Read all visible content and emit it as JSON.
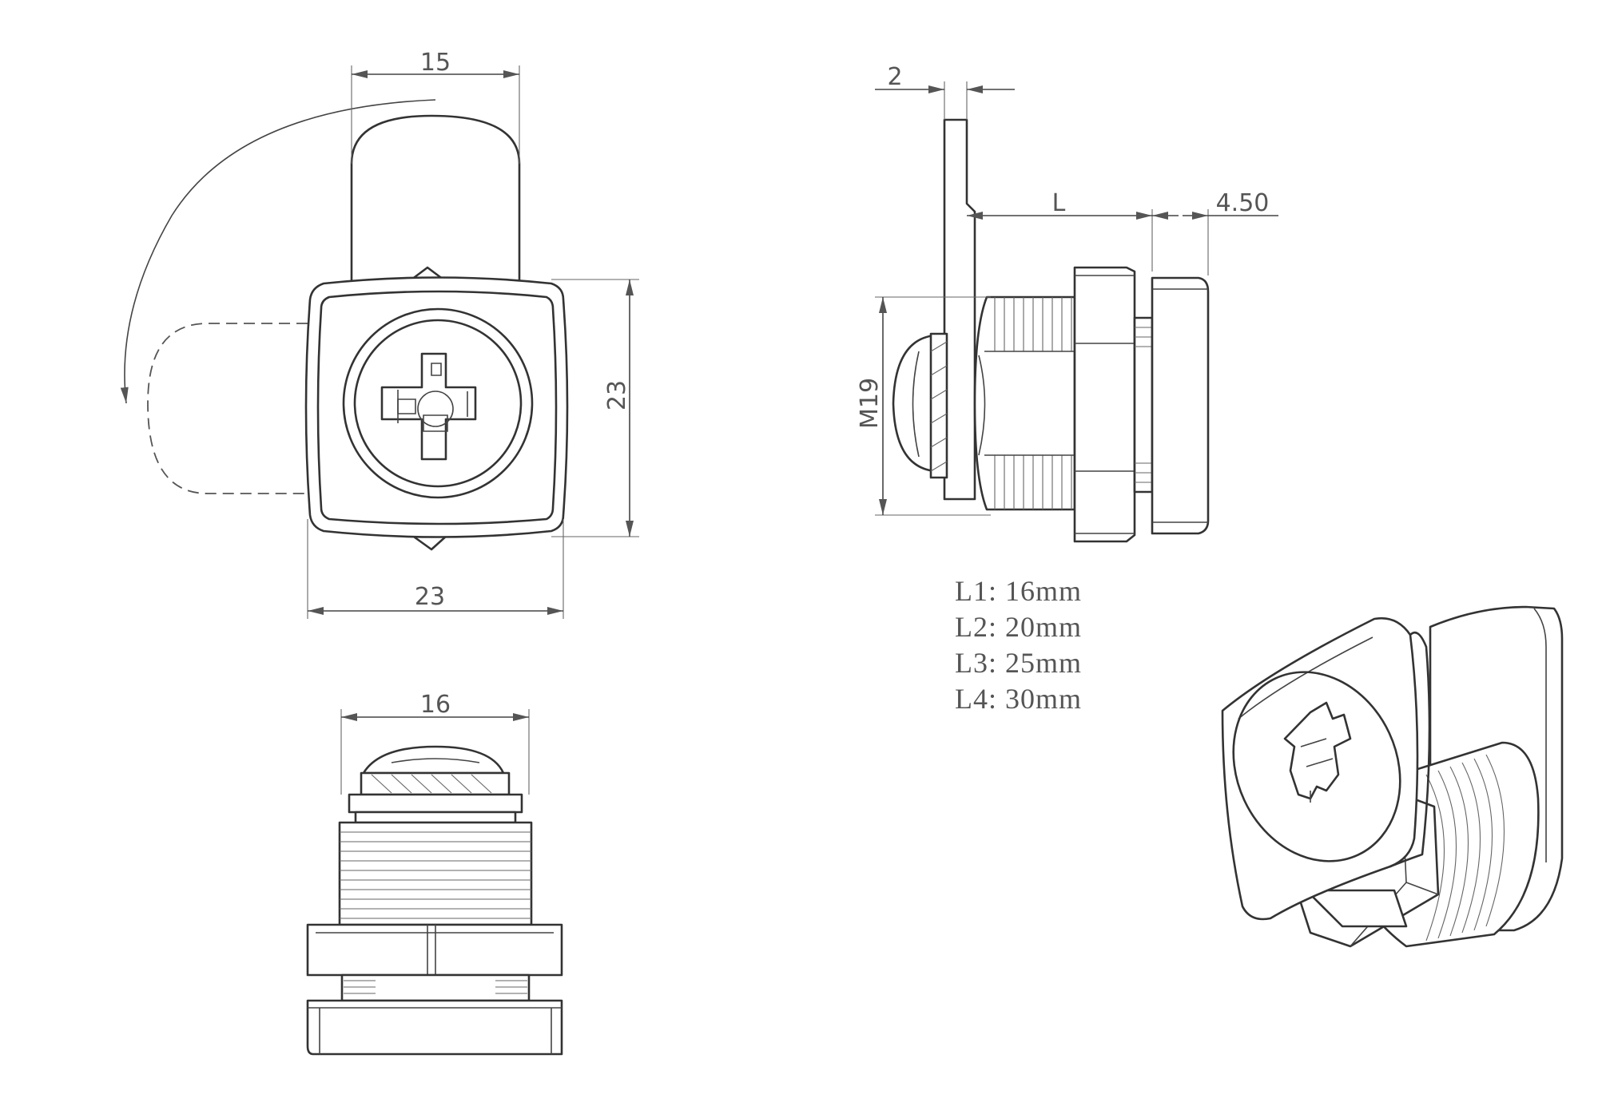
{
  "dimensions": {
    "front_cam_width": "15",
    "front_height": "23",
    "front_width": "23",
    "side_plate_thickness": "2",
    "side_length": "L",
    "side_offset": "4.50",
    "side_thread": "M19",
    "bottom_width": "16"
  },
  "lengths": [
    {
      "label": "L1:",
      "value": "16mm"
    },
    {
      "label": "L2:",
      "value": "20mm"
    },
    {
      "label": "L3:",
      "value": "25mm"
    },
    {
      "label": "L4:",
      "value": "30mm"
    }
  ],
  "colors": {
    "line": "#333333",
    "dimension": "#555555",
    "background": "#ffffff"
  }
}
